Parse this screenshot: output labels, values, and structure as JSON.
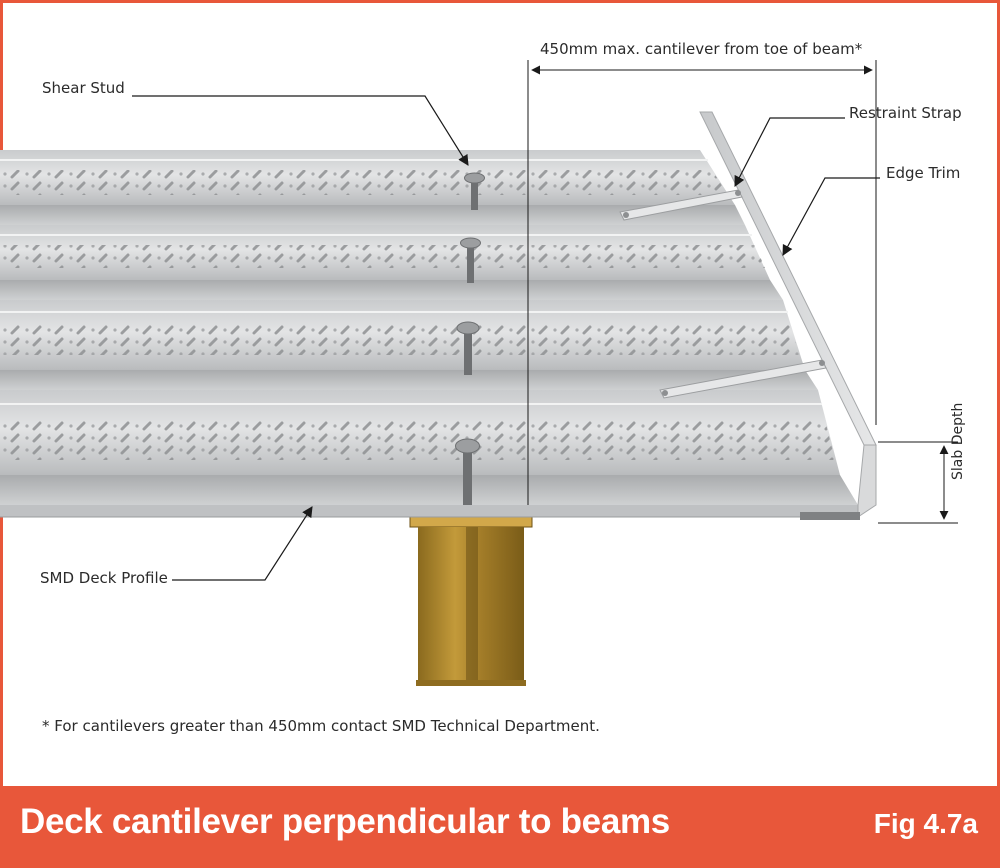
{
  "labels": {
    "dimension": "450mm max. cantilever from toe of beam*",
    "shear_stud": "Shear Stud",
    "restraint_strap": "Restraint Strap",
    "edge_trim": "Edge Trim",
    "slab_depth": "Slab Depth",
    "deck_profile": "SMD Deck Profile",
    "footnote": "* For cantilevers greater than 450mm contact SMD Technical Department."
  },
  "footer": {
    "title": "Deck cantilever perpendicular to beams",
    "figure": "Fig 4.7a"
  },
  "colors": {
    "accent": "#e8573a",
    "deck": "#d4d6d8",
    "beam": "#b08a2e"
  }
}
